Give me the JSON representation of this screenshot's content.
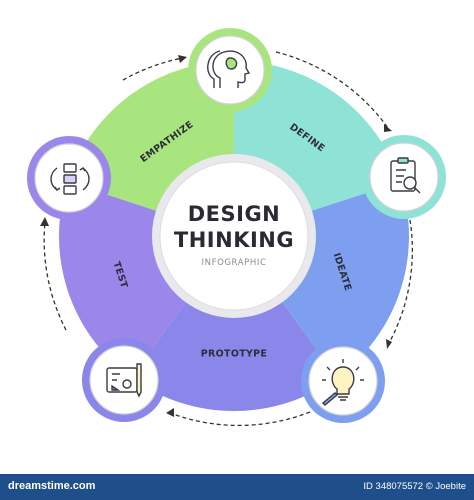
{
  "diagram": {
    "title_line1": "DESIGN",
    "title_line2": "THINKING",
    "subtitle": "INFOGRAPHIC",
    "stages": [
      {
        "label": "EMPATHIZE",
        "color": "#a8e57f",
        "icon": "head-profile-icon"
      },
      {
        "label": "DEFINE",
        "color": "#8fe3d6",
        "icon": "clipboard-search-icon"
      },
      {
        "label": "IDEATE",
        "color": "#7e9ff0",
        "icon": "lightbulb-icon"
      },
      {
        "label": "PROTOTYPE",
        "color": "#8a86ea",
        "icon": "blueprint-icon"
      },
      {
        "label": "TEST",
        "color": "#9b86ea",
        "icon": "flowchart-cycle-icon"
      }
    ]
  },
  "footer": {
    "brand": "dreamstime.com",
    "credit": "ID 348075572 © Joebite"
  }
}
